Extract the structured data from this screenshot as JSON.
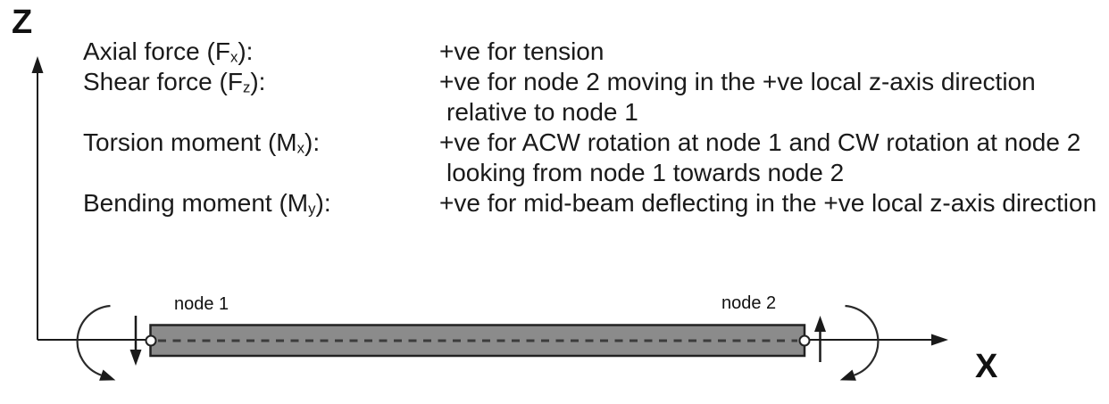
{
  "axes": {
    "z_label": "Z",
    "x_label": "X"
  },
  "conventions": {
    "quantities": [
      {
        "pre": "Axial force (F",
        "sub": "x",
        "post": "):"
      },
      {
        "pre": "Shear force (F",
        "sub": "z",
        "post": "):"
      },
      {
        "pre": "Torsion moment (M",
        "sub": "x",
        "post": "):"
      },
      {
        "pre": "Bending moment (M",
        "sub": "y",
        "post": "):"
      }
    ],
    "descriptions": [
      "+ve for tension",
      "+ve for node 2 moving in the +ve local z-axis direction",
      "relative to node 1",
      "+ve for ACW rotation at node 1 and CW rotation at node 2",
      "looking from node 1 towards node 2",
      "+ve for mid-beam deflecting in the +ve local z-axis direction"
    ]
  },
  "beam": {
    "node1_label": "node 1",
    "node2_label": "node 2",
    "fill": "#8b8b8b",
    "outline": "#222222",
    "centerline_color": "#3c3c3c"
  },
  "colors": {
    "ink": "#1a1a1a",
    "background": "#ffffff"
  }
}
